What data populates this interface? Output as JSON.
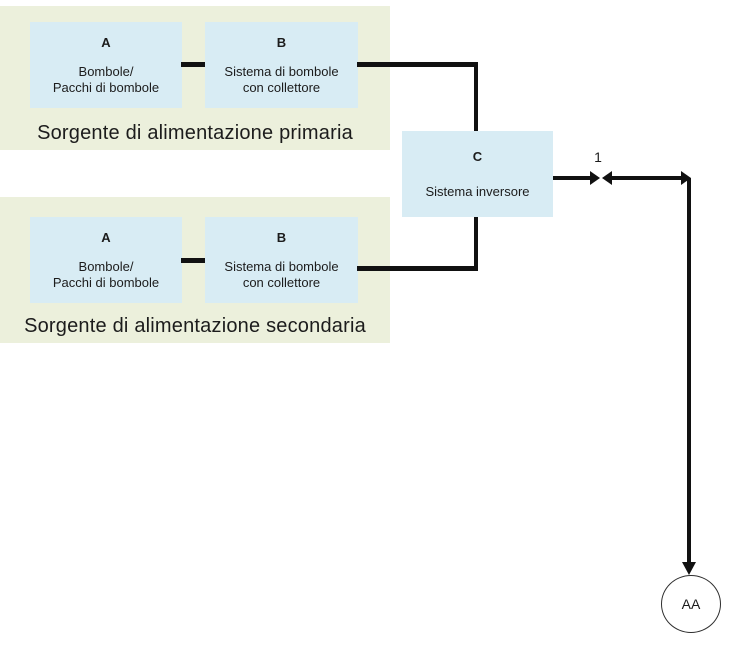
{
  "diagram": {
    "panels": [
      {
        "title": "Sorgente di alimentazione primaria",
        "boxes": [
          {
            "letter": "A",
            "line1": "Bombole/",
            "line2": "Pacchi di bombole"
          },
          {
            "letter": "B",
            "line1": "Sistema di bombole",
            "line2": "con collettore"
          }
        ]
      },
      {
        "title": "Sorgente di alimentazione secondaria",
        "boxes": [
          {
            "letter": "A",
            "line1": "Bombole/",
            "line2": "Pacchi di bombole"
          },
          {
            "letter": "B",
            "line1": "Sistema di bombole",
            "line2": "con collettore"
          }
        ]
      }
    ],
    "inverter_box": {
      "letter": "C",
      "label": "Sistema inversore"
    },
    "junction_label": "1",
    "terminal": {
      "label": "AA"
    },
    "colors": {
      "panel_bg": "#ecf0dc",
      "box_bg": "#d8ecf4",
      "line": "#111111",
      "text": "#1c1c1c",
      "circle_border": "#2f2f2f"
    }
  }
}
